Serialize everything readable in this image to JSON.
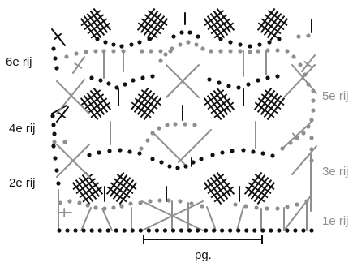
{
  "diagram": {
    "row_labels": {
      "row1": "1e rij",
      "row2": "2e rij",
      "row3": "3e rij",
      "row4": "4e rij",
      "row5": "5e rij",
      "row6": "6e rij"
    },
    "repeat_label": "pg.",
    "colors": {
      "even_rows": "#111111",
      "odd_rows": "#8f8f8f",
      "background": "#ffffff"
    },
    "symbols": [
      "chain-stitch",
      "treble-stitch",
      "double-treble-stitch",
      "crossed-stitch",
      "shell-group"
    ]
  }
}
